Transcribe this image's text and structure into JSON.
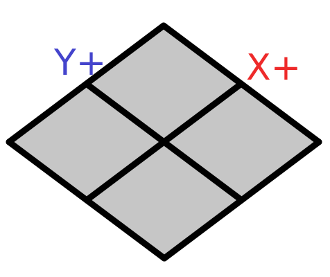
{
  "diagram": {
    "grid": {
      "rows": 2,
      "cols": 2
    },
    "colors": {
      "tile_fill": "#c6c6c6",
      "outline": "#000000",
      "background": "#ffffff",
      "y_axis": "#4444cc",
      "x_axis": "#ee2a2a"
    },
    "labels": {
      "y_axis": "Y+",
      "x_axis": "X+"
    }
  }
}
